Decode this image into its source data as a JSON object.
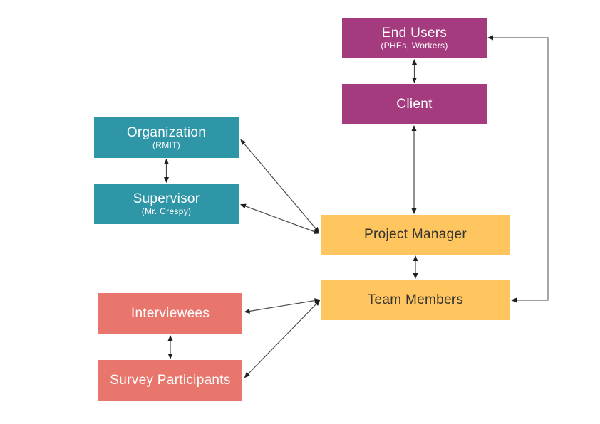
{
  "page": {
    "background": "#ffffff"
  },
  "diagram": {
    "type": "stakeholder-relationship-diagram",
    "nodes": [
      {
        "id": "end-users",
        "label": "End Users",
        "sublabel": "(PHEs, Workers)",
        "color": "#A53B7F",
        "text_color": "#ffffff"
      },
      {
        "id": "client",
        "label": "Client",
        "sublabel": "",
        "color": "#A53B7F",
        "text_color": "#ffffff"
      },
      {
        "id": "organization",
        "label": "Organization",
        "sublabel": "(RMIT)",
        "color": "#2E96A6",
        "text_color": "#ffffff"
      },
      {
        "id": "supervisor",
        "label": "Supervisor",
        "sublabel": "(Mr. Crespy)",
        "color": "#2E96A6",
        "text_color": "#ffffff"
      },
      {
        "id": "project-manager",
        "label": "Project Manager",
        "sublabel": "",
        "color": "#FFC55E",
        "text_color": "#333333"
      },
      {
        "id": "team-members",
        "label": "Team Members",
        "sublabel": "",
        "color": "#FFC55E",
        "text_color": "#333333"
      },
      {
        "id": "interviewees",
        "label": "Interviewees",
        "sublabel": "",
        "color": "#E8766D",
        "text_color": "#ffffff"
      },
      {
        "id": "survey-participants",
        "label": "Survey Participants",
        "sublabel": "",
        "color": "#E8766D",
        "text_color": "#ffffff"
      }
    ],
    "edges": [
      {
        "from": "end-users",
        "to": "client",
        "style": "straight-vertical",
        "bidirectional": true
      },
      {
        "from": "client",
        "to": "project-manager",
        "style": "straight-vertical",
        "bidirectional": true
      },
      {
        "from": "organization",
        "to": "supervisor",
        "style": "straight-vertical",
        "bidirectional": true
      },
      {
        "from": "project-manager",
        "to": "team-members",
        "style": "straight-vertical",
        "bidirectional": true
      },
      {
        "from": "interviewees",
        "to": "survey-participants",
        "style": "straight-vertical",
        "bidirectional": true
      },
      {
        "from": "project-manager",
        "to": "organization",
        "style": "diagonal",
        "bidirectional": true
      },
      {
        "from": "project-manager",
        "to": "supervisor",
        "style": "diagonal",
        "bidirectional": true
      },
      {
        "from": "team-members",
        "to": "interviewees",
        "style": "diagonal",
        "bidirectional": true
      },
      {
        "from": "team-members",
        "to": "survey-participants",
        "style": "diagonal",
        "bidirectional": true
      },
      {
        "from": "team-members",
        "to": "end-users",
        "style": "elbow-right-side",
        "bidirectional": true
      }
    ],
    "palette": {
      "purple": "#A53B7F",
      "teal": "#2E96A6",
      "yellow": "#FFC55E",
      "salmon": "#E8766D",
      "edge_color": "#4A4A4A",
      "elbow_color": "#808080",
      "arrowhead_color": "#1F1F1F"
    }
  }
}
